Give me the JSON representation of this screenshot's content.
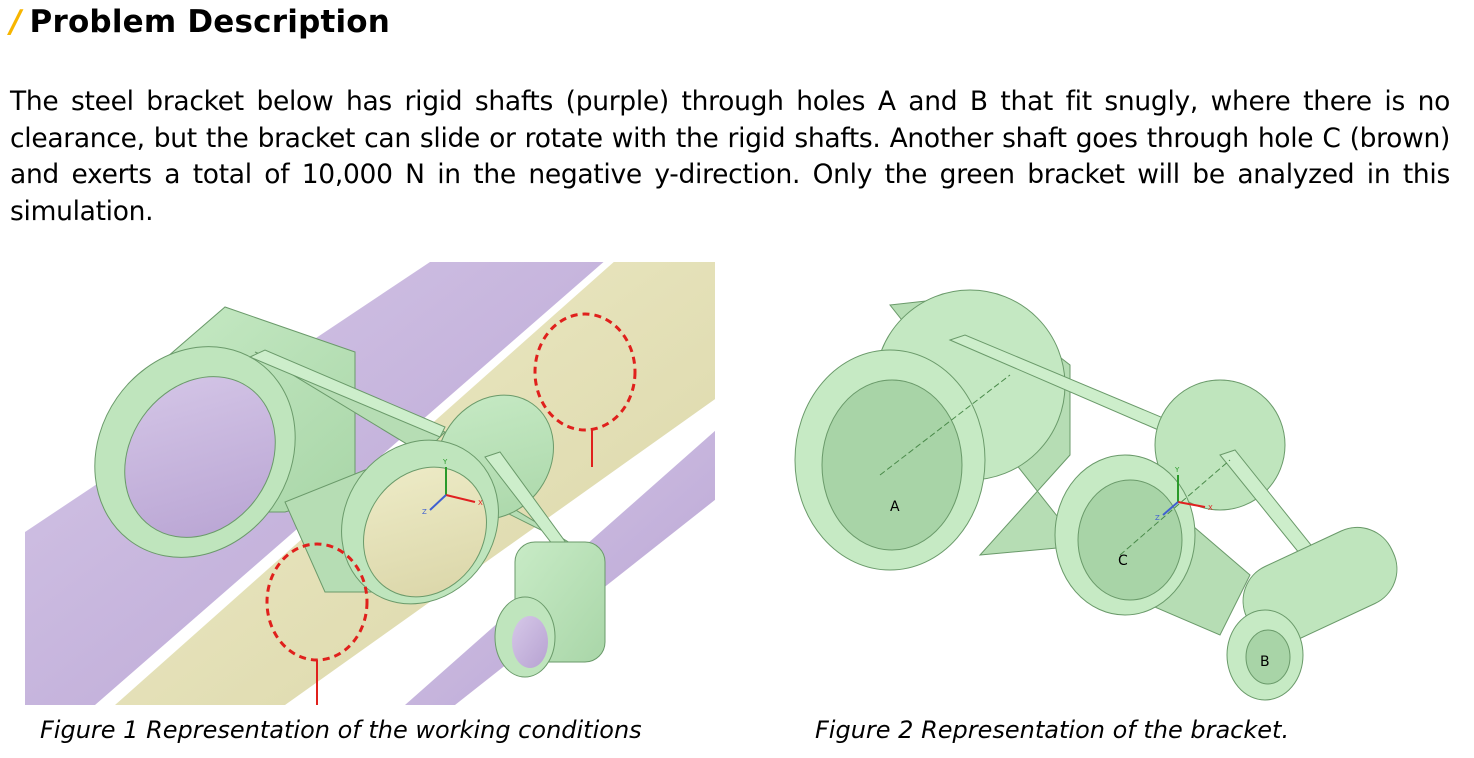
{
  "header": {
    "slash": "/",
    "title": "Problem Description"
  },
  "description": "The steel bracket below has rigid shafts (purple) through holes A and B that fit snugly, where there is no clearance, but the bracket can slide or rotate with the rigid shafts. Another shaft goes through hole C (brown) and exerts a total of 10,000 N in the negative y-direction. Only the green bracket will be analyzed in this simulation.",
  "figure1": {
    "caption": "Figure 1 Representation of the working conditions",
    "axes": {
      "y": "Y",
      "x": "X",
      "z": "Z"
    }
  },
  "figure2": {
    "caption": "Figure 2 Representation of the bracket.",
    "labels": {
      "a": "A",
      "b": "B",
      "c": "C"
    },
    "axes": {
      "y": "Y",
      "x": "X",
      "z": "Z"
    }
  },
  "colors": {
    "accent": "#f7b500",
    "bracket": "#b9e2b9",
    "shaft_purple": "#c9b6de",
    "shaft_brown": "#e6e2b8",
    "load_marker": "#e0201c"
  }
}
